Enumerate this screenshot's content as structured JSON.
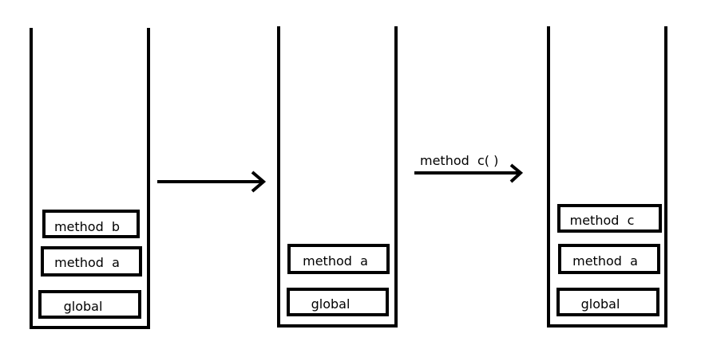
{
  "stacks": [
    {
      "frames": [
        {
          "label": "method  b"
        },
        {
          "label": "method  a"
        },
        {
          "label": "global"
        }
      ]
    },
    {
      "frames": [
        {
          "label": "method  a"
        },
        {
          "label": "global"
        }
      ]
    },
    {
      "frames": [
        {
          "label": "method  c"
        },
        {
          "label": "method  a"
        },
        {
          "label": "global"
        }
      ]
    }
  ],
  "arrows": [
    {
      "label": ""
    },
    {
      "label": "method  c( )"
    }
  ],
  "colors": {
    "stroke": "#000000",
    "background": "#ffffff"
  }
}
